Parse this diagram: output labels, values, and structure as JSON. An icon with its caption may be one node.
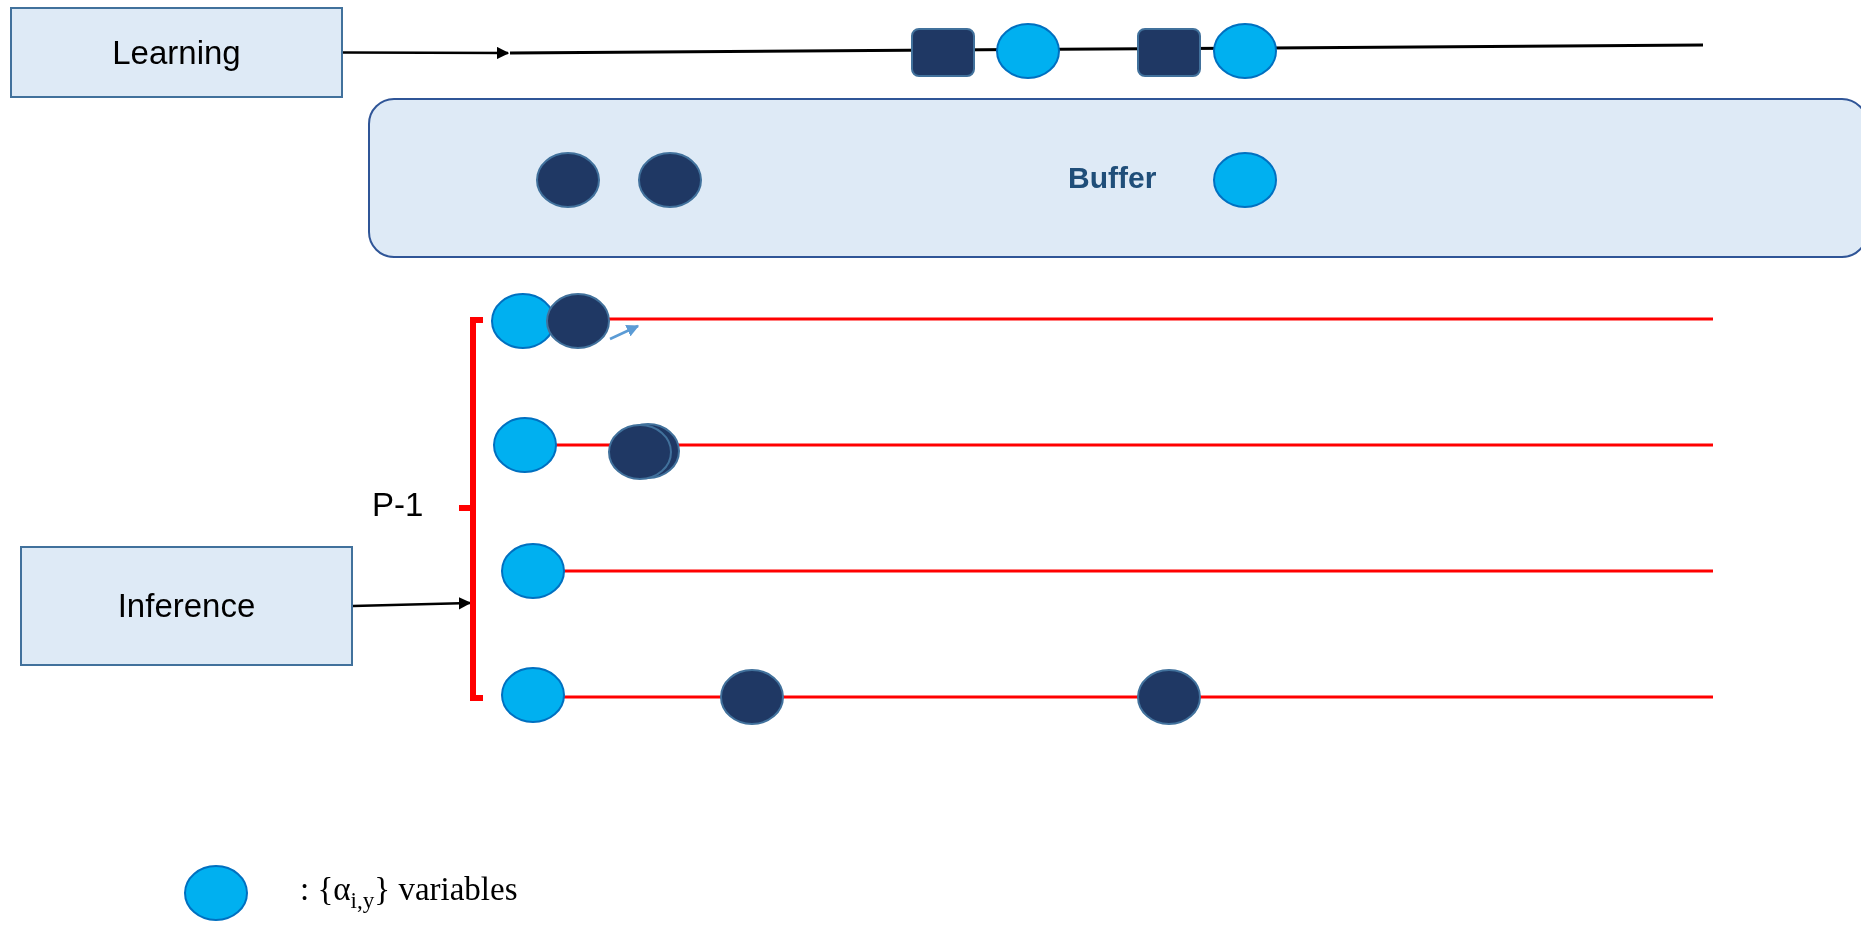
{
  "diagram": {
    "nodes": [
      {
        "text": [
          "Learning"
        ]
      },
      {
        "text": [],
        "shape": "line"
      },
      {
        "text": [
          "Buffer"
        ]
      },
      {
        "text": [],
        "shape": "bracket"
      },
      {
        "text": [
          "Inference"
        ]
      }
    ],
    "edges": [
      {
        "from": 0,
        "to": 1,
        "arrow": "to"
      },
      {
        "from": 4,
        "to": 3,
        "arrow": "to"
      }
    ],
    "labels": [
      "P-1"
    ],
    "legend": [
      {
        "text": ": {α$_{i,y}$} variables"
      }
    ]
  }
}
